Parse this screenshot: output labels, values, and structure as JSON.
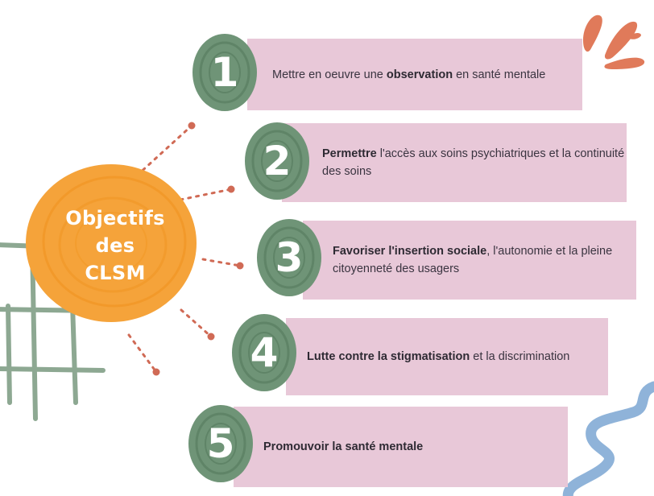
{
  "center": {
    "line1": "Objectifs",
    "line2": "des",
    "line3": "CLSM"
  },
  "objectives": [
    {
      "number": "1",
      "before": "Mettre en oeuvre une ",
      "bold": "observation",
      "after": " en santé mentale"
    },
    {
      "number": "2",
      "before": "",
      "bold": "Permettre",
      "after": " l'accès aux soins psychiatriques et la continuité des soins"
    },
    {
      "number": "3",
      "before": "",
      "bold": "Favoriser l'insertion sociale",
      "after": ", l'autonomie et la pleine citoyenneté des usagers"
    },
    {
      "number": "4",
      "before": "",
      "bold": "Lutte contre la stigmatisation",
      "after": " et la discrimination"
    },
    {
      "number": "5",
      "before": "",
      "bold": "Promouvoir la santé mentale",
      "after": ""
    }
  ],
  "colors": {
    "card_bg": "#e8c8d8",
    "badge_green": "#6f9477",
    "circle_orange": "#f5a33a",
    "connector_dots": "#d06a55",
    "grid_green": "#7a9a80",
    "wave_blue": "#8fb3d9",
    "splash_coral": "#e07a5a"
  }
}
